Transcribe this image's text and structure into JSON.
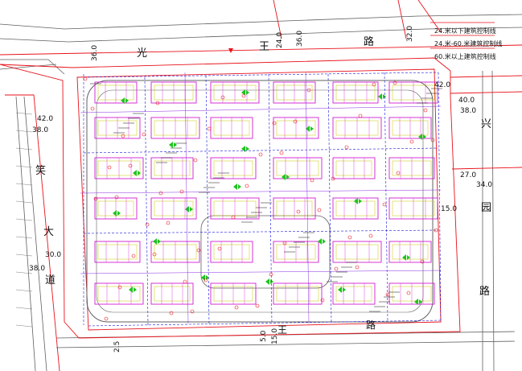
{
  "colors": {
    "background": "#ffffff",
    "boundary_red": "#e8121b",
    "road_gray": "#606060",
    "building_magenta": "#d21ed2",
    "green_space": "#1ec41e",
    "pipe_blue": "#1a1ad8",
    "annotation_yellow": "#c8c800",
    "text_black": "#111111"
  },
  "legend": [
    "24.米以下建筑控制线",
    "24.米-60.米建筑控制线",
    "60.米以上建筑控制线"
  ],
  "roads": {
    "north_chars": [
      "光",
      "王",
      "路"
    ],
    "east_chars": [
      "兴",
      "园",
      "路"
    ],
    "west_chars": [
      "笑",
      "大",
      "道"
    ],
    "south_chars": [
      "王",
      "路"
    ]
  },
  "dimensions": {
    "north_top": [
      "36.0",
      "24.0",
      "36.0",
      "32.0"
    ],
    "east": [
      "42.0",
      "40.0",
      "38.0",
      "27.0",
      "34.0",
      "15.0"
    ],
    "west": [
      "42.0",
      "38.0",
      "30.0",
      "38.0"
    ],
    "south": [
      "2.5",
      "5.0",
      "15.0"
    ]
  }
}
